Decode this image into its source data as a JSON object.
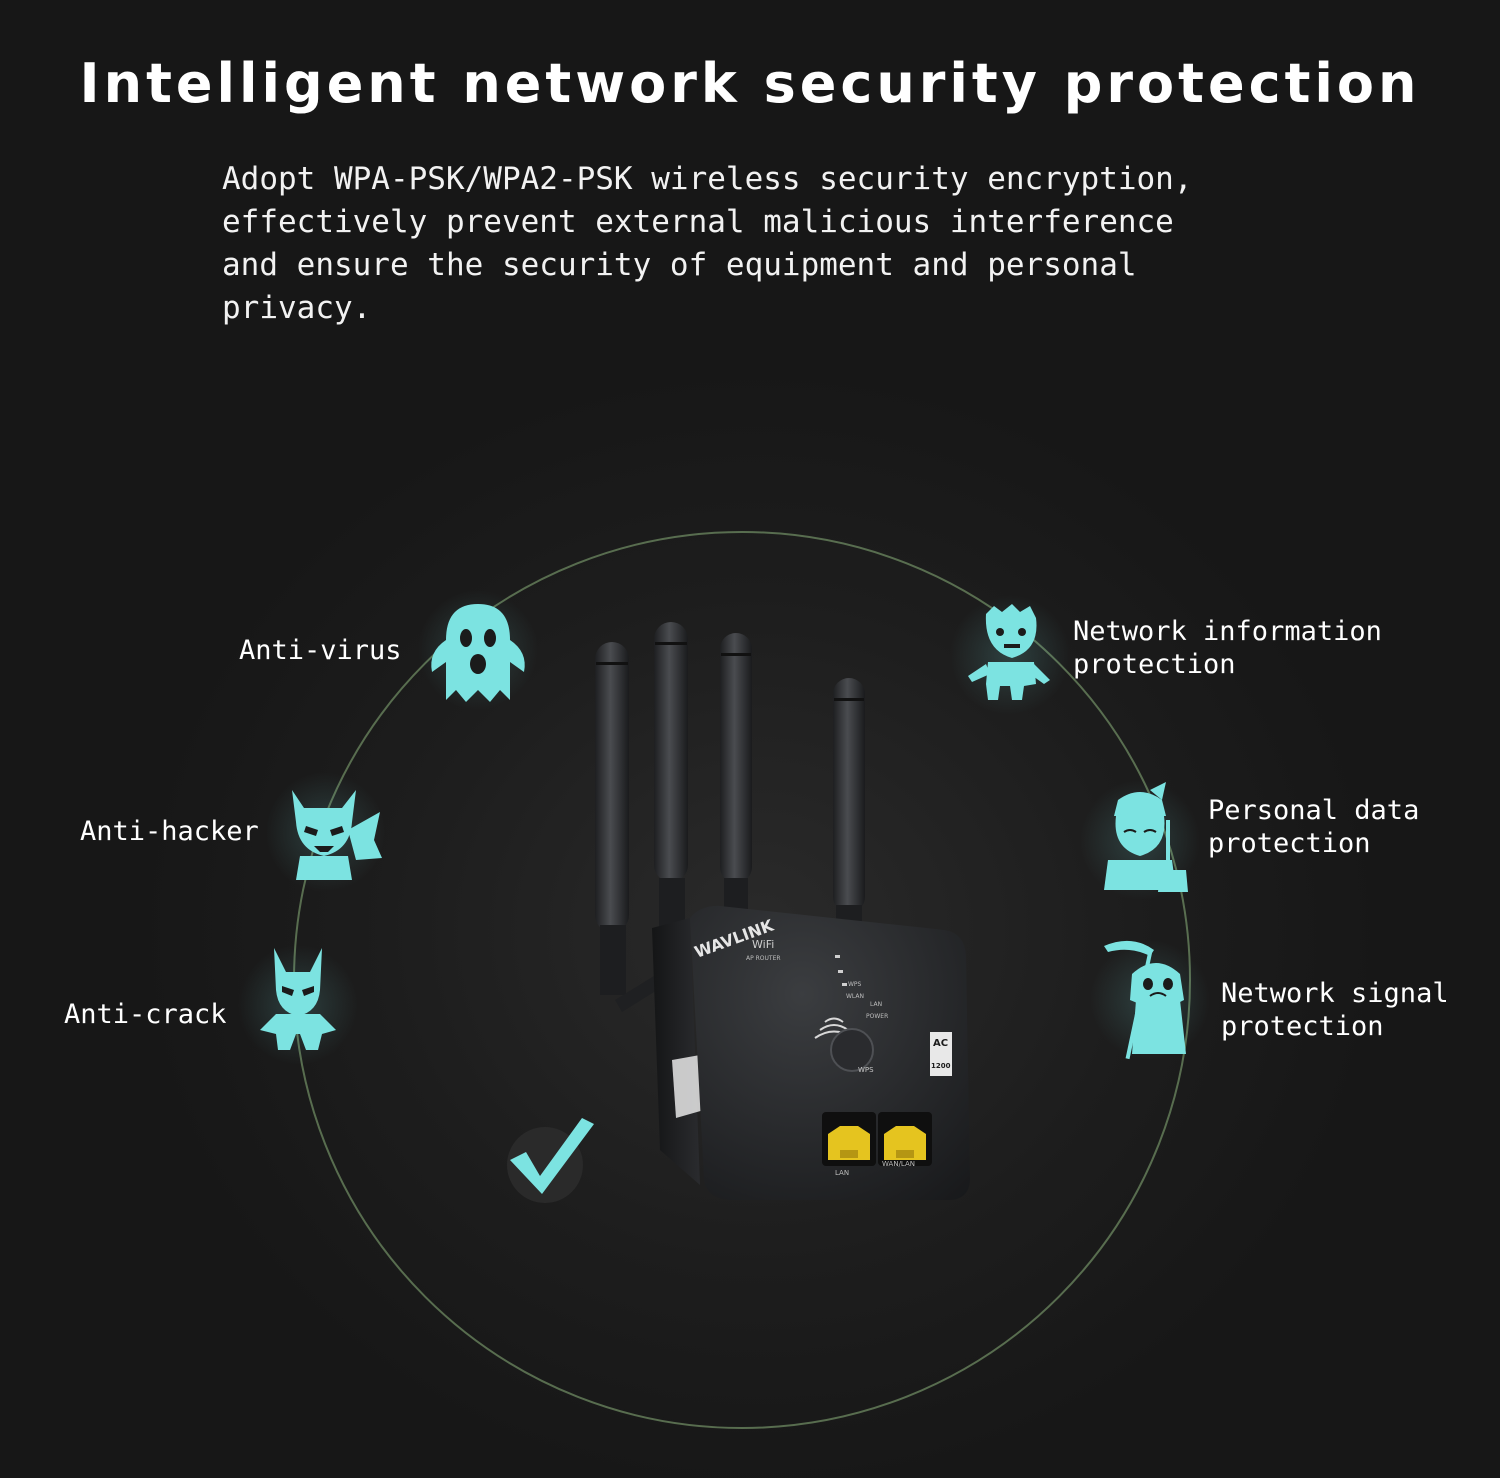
{
  "headline": "Intelligent network security protection",
  "intro": "Adopt WPA-PSK/WPA2-PSK wireless security encryption,\neffectively prevent external malicious interference\nand ensure the security of equipment and personal\nprivacy.",
  "features": {
    "anti_virus": "Anti-virus",
    "anti_hacker": "Anti-hacker",
    "anti_crack": "Anti-crack",
    "network_information": "Network information\nprotection",
    "personal_data": "Personal data\nprotection",
    "network_signal": "Network signal\nprotection"
  },
  "device": {
    "brand": "WAVLINK",
    "wifi": "WiFi",
    "model": "AP ROUTER",
    "wps": "WPS",
    "badge_top": "AC",
    "badge_bottom": "1200",
    "port_lan": "LAN",
    "port_wan": "WAN/LAN",
    "led_wps": "WPS",
    "led_wlan": "WLAN",
    "led_lan": "LAN",
    "led_power": "POWER"
  },
  "colors": {
    "accent": "#7ce3e1",
    "port": "#e5c41f",
    "ring": "#6e8a62"
  },
  "icons": [
    "ghost-icon",
    "bat-demon-icon",
    "horned-devil-icon",
    "zombie-icon",
    "witch-icon",
    "grim-reaper-icon",
    "checkmark-icon"
  ]
}
